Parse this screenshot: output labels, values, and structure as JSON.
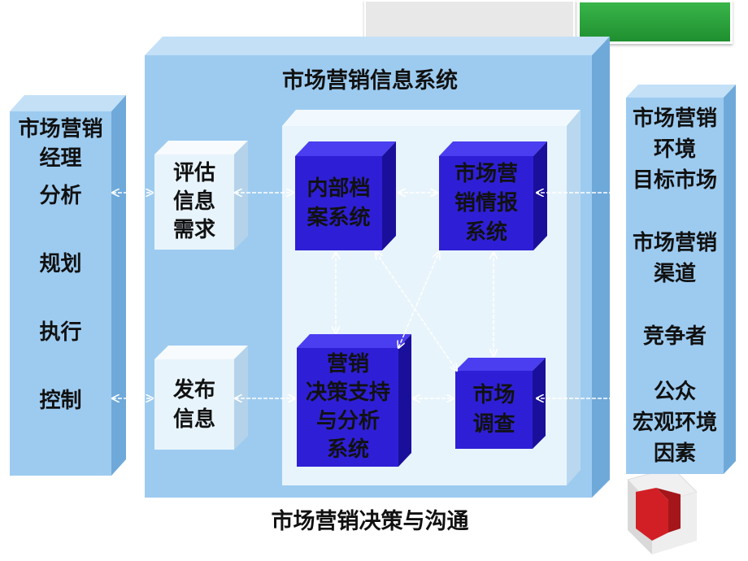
{
  "diagram": {
    "system_title": "市场营销信息系统",
    "bottom_caption": "市场营销决策与沟通",
    "left_panel": {
      "items": [
        "市场营销\n经理",
        "分析",
        "规划",
        "执行",
        "控制"
      ]
    },
    "inner_boxes": {
      "assess": "评估\n信息\n需求",
      "publish": "发布\n信息",
      "internal": "内部档\n案系统",
      "intel": "市场营\n销情报\n系统",
      "dss": "营销\n决策支持\n与分析\n系统",
      "research": "市场\n调查"
    },
    "right_panel": {
      "items": [
        "市场营销\n环境\n目标市场",
        "市场营销\n渠道",
        "竞争者",
        "公众\n宏观环境\n因素"
      ]
    }
  },
  "colors": {
    "light_blue": "#9DCBF0",
    "light_blue_side": "#6FA9DA",
    "pale_box": "#E8F4FC",
    "dark_blue": "#2E1FD6",
    "dark_blue_side": "#1A0F9A",
    "arrow": "#FFFFFF"
  }
}
